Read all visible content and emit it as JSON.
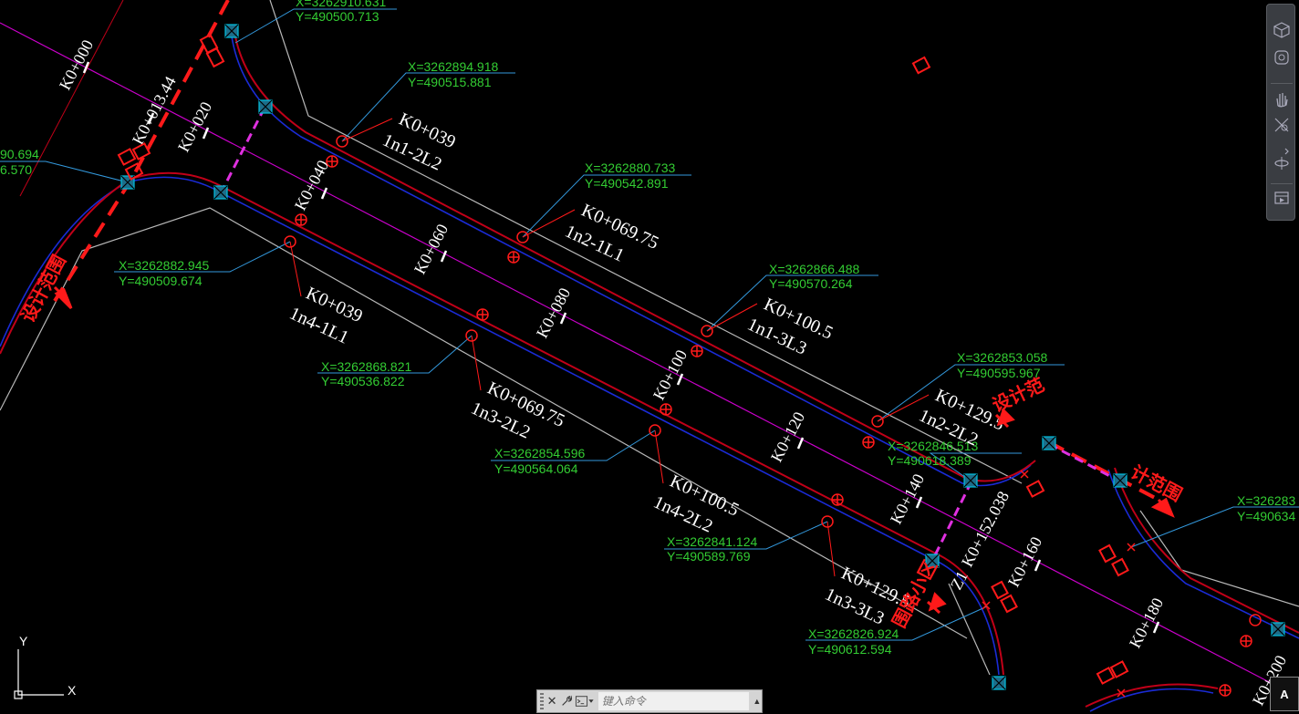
{
  "colors": {
    "background": "#000000",
    "kerb_line": "#c00018",
    "road_edge": "#1a2bd6",
    "boundary": "#b8b8b8",
    "center_line": "#cc00cc",
    "leader": "#3399dd",
    "coord_text": "#33cc33",
    "design_limit": "#ff1a1a"
  },
  "coordinates": [
    {
      "x": "X=3262910.631",
      "y": "Y=490500.713"
    },
    {
      "x": "X=3262894.918",
      "y": "Y=490515.881"
    },
    {
      "x": "X=3262880.733",
      "y": "Y=490542.891"
    },
    {
      "x": "X=3262866.488",
      "y": "Y=490570.264"
    },
    {
      "x": "X=3262853.058",
      "y": "Y=490595.967"
    },
    {
      "x": "X=3262846.513",
      "y": "Y=490618.389"
    },
    {
      "x": "X=3262882.945",
      "y": "Y=490509.674"
    },
    {
      "x": "X=3262868.821",
      "y": "Y=490536.822"
    },
    {
      "x": "X=3262854.596",
      "y": "Y=490564.064"
    },
    {
      "x": "X=3262841.124",
      "y": "Y=490589.769"
    },
    {
      "x": "X=3262826.924",
      "y": "Y=490612.594"
    },
    {
      "x": "X=326283",
      "y": "Y=490634"
    },
    {
      "x": "90.694",
      "y": "6.570"
    }
  ],
  "stations": [
    "K0+000",
    "K0+013.44",
    "K0+020",
    "K0+040",
    "K0+060",
    "K0+080",
    "K0+100",
    "K0+120",
    "K0+140",
    "K0+152.038",
    "K0+160",
    "K0+180",
    "K0+200"
  ],
  "lights": [
    {
      "station": "K0+039",
      "code": "1n1-2L2"
    },
    {
      "station": "K0+069.75",
      "code": "1n2-1L1"
    },
    {
      "station": "K0+100.5",
      "code": "1n1-3L3"
    },
    {
      "station": "K0+129.5",
      "code": "1n2-2L2"
    },
    {
      "station": "K0+039",
      "code": "1n4-1L1"
    },
    {
      "station": "K0+069.75",
      "code": "1n3-2L2"
    },
    {
      "station": "K0+100.5",
      "code": "1n4-2L2"
    },
    {
      "station": "K0+129.5",
      "code": "1n3-3L3"
    }
  ],
  "labels": {
    "design_range": "设计范围",
    "design_range_part": "设计范",
    "design_range_part2": "计范围",
    "junction_label": "围路小区",
    "z_label": "Z1"
  },
  "ucs": {
    "x": "X",
    "y": "Y"
  },
  "navbar": {
    "icons": [
      "viewcube-icon",
      "steering-wheel-icon",
      "pan-icon",
      "zoom-icon",
      "orbit-icon",
      "showmotion-icon"
    ]
  },
  "command": {
    "placeholder": "键入命令",
    "close_icon": "✕",
    "arrow": "▲"
  },
  "annotation_button": "A"
}
